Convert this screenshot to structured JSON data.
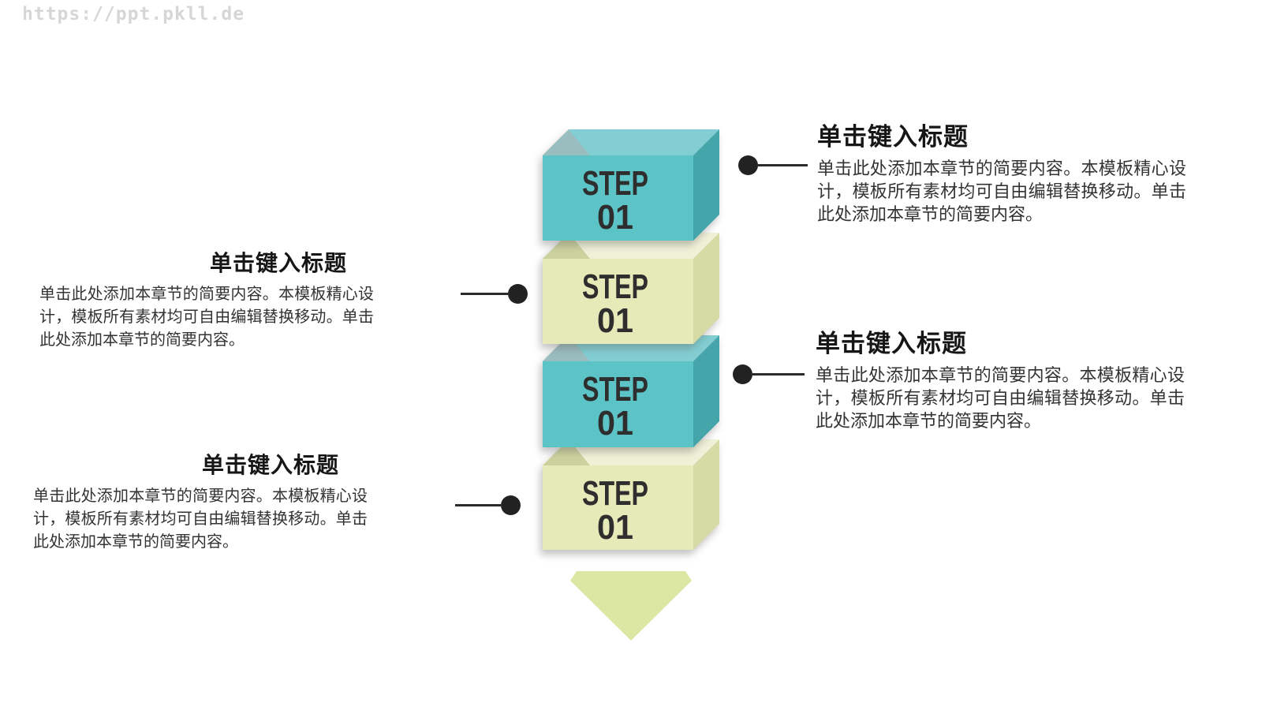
{
  "watermark": {
    "text": "https://ppt.pkll.de"
  },
  "diagram": {
    "type": "stacked-step-process",
    "steps": [
      {
        "line1": "STEP",
        "line2": "01",
        "theme": "teal"
      },
      {
        "line1": "STEP",
        "line2": "01",
        "theme": "green"
      },
      {
        "line1": "STEP",
        "line2": "01",
        "theme": "teal"
      },
      {
        "line1": "STEP",
        "line2": "01",
        "theme": "green"
      }
    ],
    "colors": {
      "teal_front": "#5cc3c7",
      "teal_top": "#82ced2",
      "teal_side": "#45a5aa",
      "teal_corner": "#9abdbf",
      "green_front": "#e6e9b8",
      "green_top": "#f0f2d8",
      "green_side": "#d6dba5",
      "green_corner": "#ccd29e",
      "arrow": "#dbe7a3",
      "step_text": "#2e2e2e",
      "connector": "#222222"
    },
    "icons": [
      "down-arrow-icon"
    ]
  },
  "callouts": {
    "right_top": {
      "title": "单击键入标题",
      "body": "单击此处添加本章节的简要内容。本模板精心设计，模板所有素材均可自由编辑替换移动。单击此处添加本章节的简要内容。"
    },
    "left_middle": {
      "title": "单击键入标题",
      "body": "单击此处添加本章节的简要内容。本模板精心设计，模板所有素材均可自由编辑替换移动。单击此处添加本章节的简要内容。"
    },
    "right_middle": {
      "title": "单击键入标题",
      "body": "单击此处添加本章节的简要内容。本模板精心设计，模板所有素材均可自由编辑替换移动。单击此处添加本章节的简要内容。"
    },
    "left_bottom": {
      "title": "单击键入标题",
      "body": "单击此处添加本章节的简要内容。本模板精心设计，模板所有素材均可自由编辑替换移动。单击此处添加本章节的简要内容。"
    }
  }
}
